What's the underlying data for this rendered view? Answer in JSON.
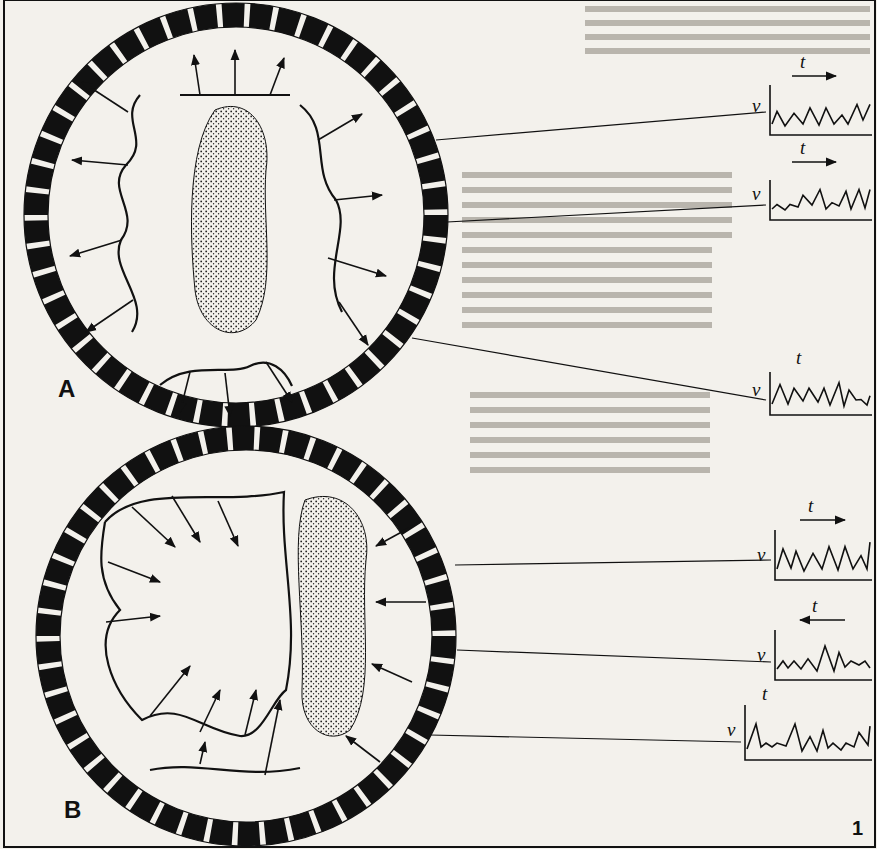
{
  "diagram": {
    "nodes": [
      {
        "text": [
          "A"
        ]
      },
      {
        "text": [
          "B"
        ]
      }
    ],
    "labels": [
      "t",
      "v",
      "t",
      "v",
      "t",
      "v",
      "t",
      "v",
      "t",
      "v",
      "t",
      "v",
      "1"
    ]
  }
}
